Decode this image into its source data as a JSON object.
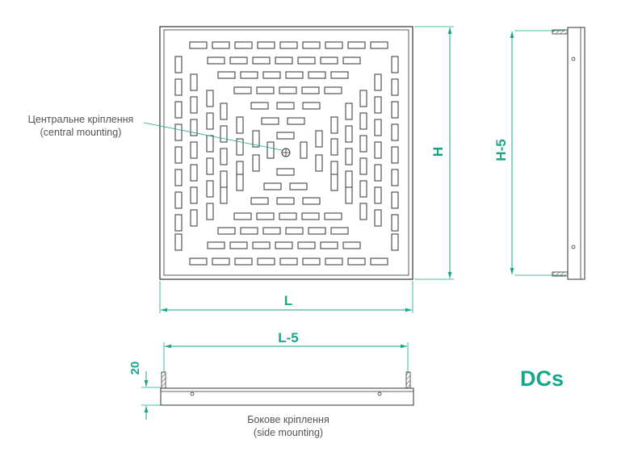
{
  "labels": {
    "central_line1": "Центральне кріплення",
    "central_line2": "(central mounting)",
    "side_line1": "Бокове кріплення",
    "side_line2": "(side mounting)",
    "dim_L": "L",
    "dim_H": "H",
    "dim_H5": "H-5",
    "dim_L5": "L-5",
    "dim_20": "20",
    "brand": "DCs"
  },
  "colors": {
    "accent": "#16a689",
    "line": "#333333",
    "note": "#555555"
  }
}
